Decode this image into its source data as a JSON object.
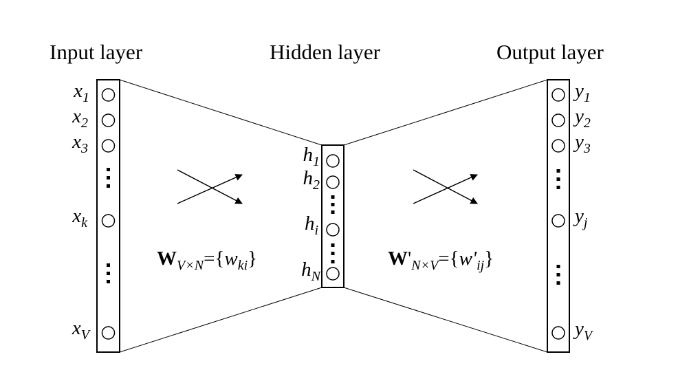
{
  "titles": {
    "input": "Input layer",
    "hidden": "Hidden layer",
    "output": "Output layer"
  },
  "input_nodes": [
    {
      "base": "x",
      "sub": "1"
    },
    {
      "base": "x",
      "sub": "2"
    },
    {
      "base": "x",
      "sub": "3"
    },
    {
      "base": "x",
      "sub": "k"
    },
    {
      "base": "x",
      "sub": "V"
    }
  ],
  "hidden_nodes": [
    {
      "base": "h",
      "sub": "1"
    },
    {
      "base": "h",
      "sub": "2"
    },
    {
      "base": "h",
      "sub": "i"
    },
    {
      "base": "h",
      "sub": "N"
    }
  ],
  "output_nodes": [
    {
      "base": "y",
      "sub": "1"
    },
    {
      "base": "y",
      "sub": "2"
    },
    {
      "base": "y",
      "sub": "3"
    },
    {
      "base": "y",
      "sub": "j"
    },
    {
      "base": "y",
      "sub": "V"
    }
  ],
  "weights": {
    "input_hidden": {
      "symbol": "W",
      "dims": "V×N",
      "set_open": "={",
      "element": "w",
      "element_sub": "ki",
      "set_close": "}"
    },
    "hidden_output": {
      "symbol": "W",
      "prime": "'",
      "dims": "N×V",
      "set_open": "={",
      "element": "w'",
      "element_sub": "ij",
      "set_close": "}"
    }
  },
  "colors": {
    "stroke": "#000000",
    "background": "#ffffff"
  }
}
